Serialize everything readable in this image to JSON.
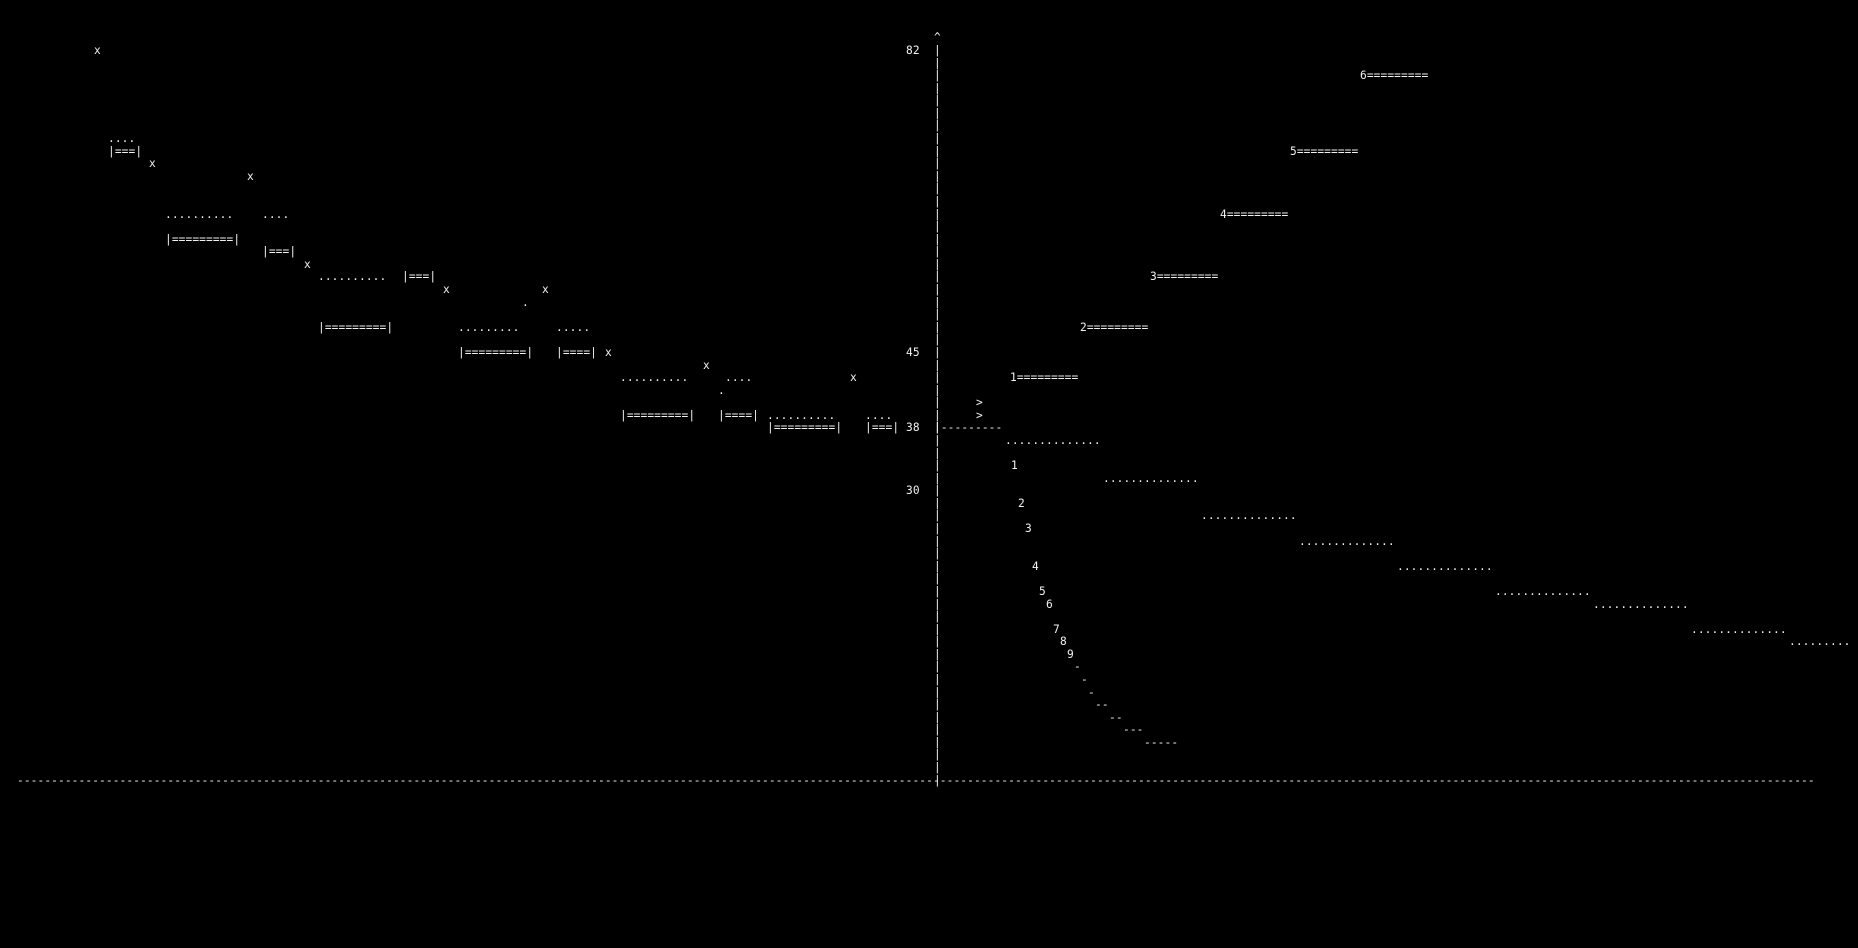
{
  "colors": {
    "background": "#000000",
    "foreground": "#f2f2f2"
  },
  "lines": [
    {
      "text": "x",
      "c": 94,
      "r": 3
    },
    {
      "text": "....",
      "c": 108,
      "r": 10
    },
    {
      "text": "|===|",
      "c": 108,
      "r": 11
    },
    {
      "text": "x",
      "c": 149,
      "r": 12
    },
    {
      "text": "x",
      "c": 247,
      "r": 13
    },
    {
      "text": "..........",
      "c": 165,
      "r": 16
    },
    {
      "text": "....",
      "c": 262,
      "r": 16
    },
    {
      "text": "|=========|",
      "c": 165,
      "r": 18
    },
    {
      "text": "|===|",
      "c": 262,
      "r": 19
    },
    {
      "text": "x",
      "c": 304,
      "r": 20
    },
    {
      "text": "..........",
      "c": 318,
      "r": 21
    },
    {
      "text": "|===|",
      "c": 402,
      "r": 21
    },
    {
      "text": "x",
      "c": 443,
      "r": 22
    },
    {
      "text": "x",
      "c": 542,
      "r": 22
    },
    {
      "text": ".",
      "c": 522,
      "r": 23
    },
    {
      "text": "|=========|",
      "c": 318,
      "r": 25
    },
    {
      "text": ".........",
      "c": 458,
      "r": 25
    },
    {
      "text": ".....",
      "c": 556,
      "r": 25
    },
    {
      "text": "|=========|",
      "c": 458,
      "r": 27
    },
    {
      "text": "|====|",
      "c": 556,
      "r": 27
    },
    {
      "text": "x",
      "c": 605,
      "r": 27
    },
    {
      "text": "x",
      "c": 703,
      "r": 28
    },
    {
      "text": "..........",
      "c": 620,
      "r": 29
    },
    {
      "text": "....",
      "c": 725,
      "r": 29
    },
    {
      "text": "x",
      "c": 850,
      "r": 29
    },
    {
      "text": ".",
      "c": 718,
      "r": 30
    },
    {
      "text": "|=========|",
      "c": 620,
      "r": 32
    },
    {
      "text": "|====|",
      "c": 718,
      "r": 32
    },
    {
      "text": "..........",
      "c": 767,
      "r": 32
    },
    {
      "text": "....",
      "c": 865,
      "r": 32
    },
    {
      "text": "|=========|",
      "c": 767,
      "r": 33
    },
    {
      "text": "|===|",
      "c": 865,
      "r": 33
    },
    {
      "text": "^",
      "c": 934,
      "r": 2
    },
    {
      "text": "82",
      "c": 906,
      "r": 3
    },
    {
      "text": "|",
      "c": 934,
      "r": 3
    },
    {
      "text": "|",
      "c": 934,
      "r": 4
    },
    {
      "text": "|",
      "c": 934,
      "r": 5
    },
    {
      "text": "|",
      "c": 934,
      "r": 6
    },
    {
      "text": "|",
      "c": 934,
      "r": 7
    },
    {
      "text": "|",
      "c": 934,
      "r": 8
    },
    {
      "text": "|",
      "c": 934,
      "r": 9
    },
    {
      "text": "|",
      "c": 934,
      "r": 10
    },
    {
      "text": "|",
      "c": 934,
      "r": 11
    },
    {
      "text": "|",
      "c": 934,
      "r": 12
    },
    {
      "text": "|",
      "c": 934,
      "r": 13
    },
    {
      "text": "|",
      "c": 934,
      "r": 14
    },
    {
      "text": "|",
      "c": 934,
      "r": 15
    },
    {
      "text": "|",
      "c": 934,
      "r": 16
    },
    {
      "text": "|",
      "c": 934,
      "r": 17
    },
    {
      "text": "|",
      "c": 934,
      "r": 18
    },
    {
      "text": "|",
      "c": 934,
      "r": 19
    },
    {
      "text": "|",
      "c": 934,
      "r": 20
    },
    {
      "text": "|",
      "c": 934,
      "r": 21
    },
    {
      "text": "|",
      "c": 934,
      "r": 22
    },
    {
      "text": "|",
      "c": 934,
      "r": 23
    },
    {
      "text": "|",
      "c": 934,
      "r": 24
    },
    {
      "text": "|",
      "c": 934,
      "r": 25
    },
    {
      "text": "|",
      "c": 934,
      "r": 26
    },
    {
      "text": "|",
      "c": 934,
      "r": 27
    },
    {
      "text": "45",
      "c": 906,
      "r": 27
    },
    {
      "text": "|",
      "c": 934,
      "r": 28
    },
    {
      "text": "|",
      "c": 934,
      "r": 29
    },
    {
      "text": "|",
      "c": 934,
      "r": 30
    },
    {
      "text": "|",
      "c": 934,
      "r": 31
    },
    {
      "text": "|",
      "c": 934,
      "r": 32
    },
    {
      "text": "|",
      "c": 934,
      "r": 33
    },
    {
      "text": "38",
      "c": 906,
      "r": 33
    },
    {
      "text": "|---------",
      "c": 934,
      "r": 33
    },
    {
      "text": "|",
      "c": 934,
      "r": 34
    },
    {
      "text": "|",
      "c": 934,
      "r": 35
    },
    {
      "text": "|",
      "c": 934,
      "r": 36
    },
    {
      "text": "|",
      "c": 934,
      "r": 37
    },
    {
      "text": "30",
      "c": 906,
      "r": 38
    },
    {
      "text": "|",
      "c": 934,
      "r": 38
    },
    {
      "text": "|",
      "c": 934,
      "r": 39
    },
    {
      "text": "|",
      "c": 934,
      "r": 40
    },
    {
      "text": "|",
      "c": 934,
      "r": 41
    },
    {
      "text": "|",
      "c": 934,
      "r": 42
    },
    {
      "text": "|",
      "c": 934,
      "r": 43
    },
    {
      "text": "|",
      "c": 934,
      "r": 44
    },
    {
      "text": "|",
      "c": 934,
      "r": 45
    },
    {
      "text": "|",
      "c": 934,
      "r": 46
    },
    {
      "text": "|",
      "c": 934,
      "r": 47
    },
    {
      "text": "|",
      "c": 934,
      "r": 48
    },
    {
      "text": "|",
      "c": 934,
      "r": 49
    },
    {
      "text": "|",
      "c": 934,
      "r": 50
    },
    {
      "text": "|",
      "c": 934,
      "r": 51
    },
    {
      "text": "|",
      "c": 934,
      "r": 52
    },
    {
      "text": "|",
      "c": 934,
      "r": 53
    },
    {
      "text": "|",
      "c": 934,
      "r": 54
    },
    {
      "text": "|",
      "c": 934,
      "r": 55
    },
    {
      "text": "|",
      "c": 934,
      "r": 56
    },
    {
      "text": "|",
      "c": 934,
      "r": 57
    },
    {
      "text": "|",
      "c": 934,
      "r": 58
    },
    {
      "text": "|",
      "c": 934,
      "r": 59
    },
    {
      "text": "|",
      "c": 934,
      "r": 60
    },
    {
      "text": "|",
      "c": 934,
      "r": 61
    },
    {
      "text": "6=========",
      "c": 1360,
      "r": 5
    },
    {
      "text": "5=========",
      "c": 1290,
      "r": 11
    },
    {
      "text": "4=========",
      "c": 1220,
      "r": 16
    },
    {
      "text": "3=========",
      "c": 1150,
      "r": 21
    },
    {
      "text": "2=========",
      "c": 1080,
      "r": 25
    },
    {
      "text": "1=========",
      "c": 1010,
      "r": 29
    },
    {
      "text": ">",
      "c": 976,
      "r": 31
    },
    {
      "text": ">",
      "c": 976,
      "r": 32
    },
    {
      "text": "..............",
      "c": 1005,
      "r": 34
    },
    {
      "text": "1",
      "c": 1011,
      "r": 36
    },
    {
      "text": "..............",
      "c": 1103,
      "r": 37
    },
    {
      "text": "2",
      "c": 1018,
      "r": 39
    },
    {
      "text": "..............",
      "c": 1201,
      "r": 40
    },
    {
      "text": "3",
      "c": 1025,
      "r": 41
    },
    {
      "text": "..............",
      "c": 1299,
      "r": 42
    },
    {
      "text": "4",
      "c": 1032,
      "r": 44
    },
    {
      "text": "..............",
      "c": 1397,
      "r": 44
    },
    {
      "text": "5",
      "c": 1039,
      "r": 46
    },
    {
      "text": "..............",
      "c": 1495,
      "r": 46
    },
    {
      "text": "6",
      "c": 1046,
      "r": 47
    },
    {
      "text": "..............",
      "c": 1593,
      "r": 47
    },
    {
      "text": "7",
      "c": 1053,
      "r": 49
    },
    {
      "text": "..............",
      "c": 1691,
      "r": 49
    },
    {
      "text": "8",
      "c": 1060,
      "r": 50
    },
    {
      "text": ".........",
      "c": 1789,
      "r": 50
    },
    {
      "text": "9",
      "c": 1067,
      "r": 51
    },
    {
      "text": "-",
      "c": 1074,
      "r": 52
    },
    {
      "text": "-",
      "c": 1081,
      "r": 53
    },
    {
      "text": "-",
      "c": 1088,
      "r": 54
    },
    {
      "text": "--",
      "c": 1095,
      "r": 55
    },
    {
      "text": "--",
      "c": 1109,
      "r": 56
    },
    {
      "text": "---",
      "c": 1123,
      "r": 57
    },
    {
      "text": "-----",
      "c": 1144,
      "r": 58
    },
    {
      "text": "-----------------------------------------------------------------------------------------------------------------------------------------------------------------------------------------------------------------------------------------------------------------------",
      "c": 17,
      "r": 61
    }
  ]
}
